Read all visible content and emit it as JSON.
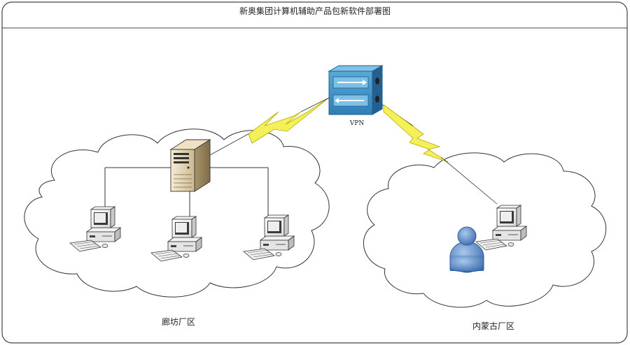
{
  "diagram": {
    "title": "新奥集团计算机辅助产品包新软件部署图",
    "vpn_label": "VPN",
    "site_langfang_label": "廊坊厂区",
    "site_neimenggu_label": "内蒙古厂区"
  }
}
